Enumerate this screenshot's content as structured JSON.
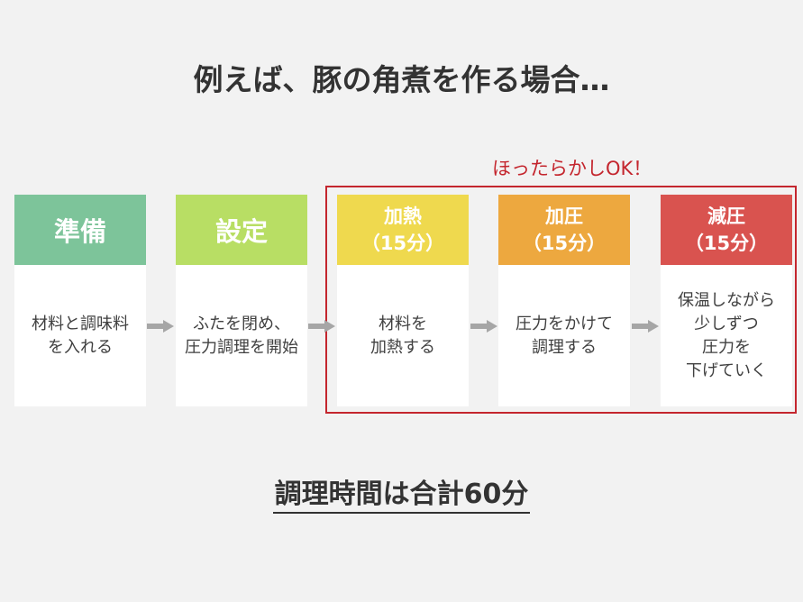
{
  "title": "例えば、豚の角煮を作る場合…",
  "note": "ほったらかしOK！",
  "steps": [
    {
      "head": [
        "準備"
      ],
      "body": [
        "材料と調味料",
        "を入れる"
      ],
      "color": "#7dc49a"
    },
    {
      "head": [
        "設定"
      ],
      "body": [
        "ふたを閉め、",
        "圧力調理を開始"
      ],
      "color": "#b8de64"
    },
    {
      "head": [
        "加熱",
        "（15分）"
      ],
      "body": [
        "材料を",
        "加熱する"
      ],
      "color": "#efd94e"
    },
    {
      "head": [
        "加圧",
        "（15分）"
      ],
      "body": [
        "圧力をかけて",
        "調理する"
      ],
      "color": "#eda83f"
    },
    {
      "head": [
        "減圧",
        "（15分）"
      ],
      "body": [
        "保温しながら",
        "少しずつ",
        "圧力を",
        "下げていく"
      ],
      "color": "#d9534f"
    }
  ],
  "total": "調理時間は合計60分"
}
